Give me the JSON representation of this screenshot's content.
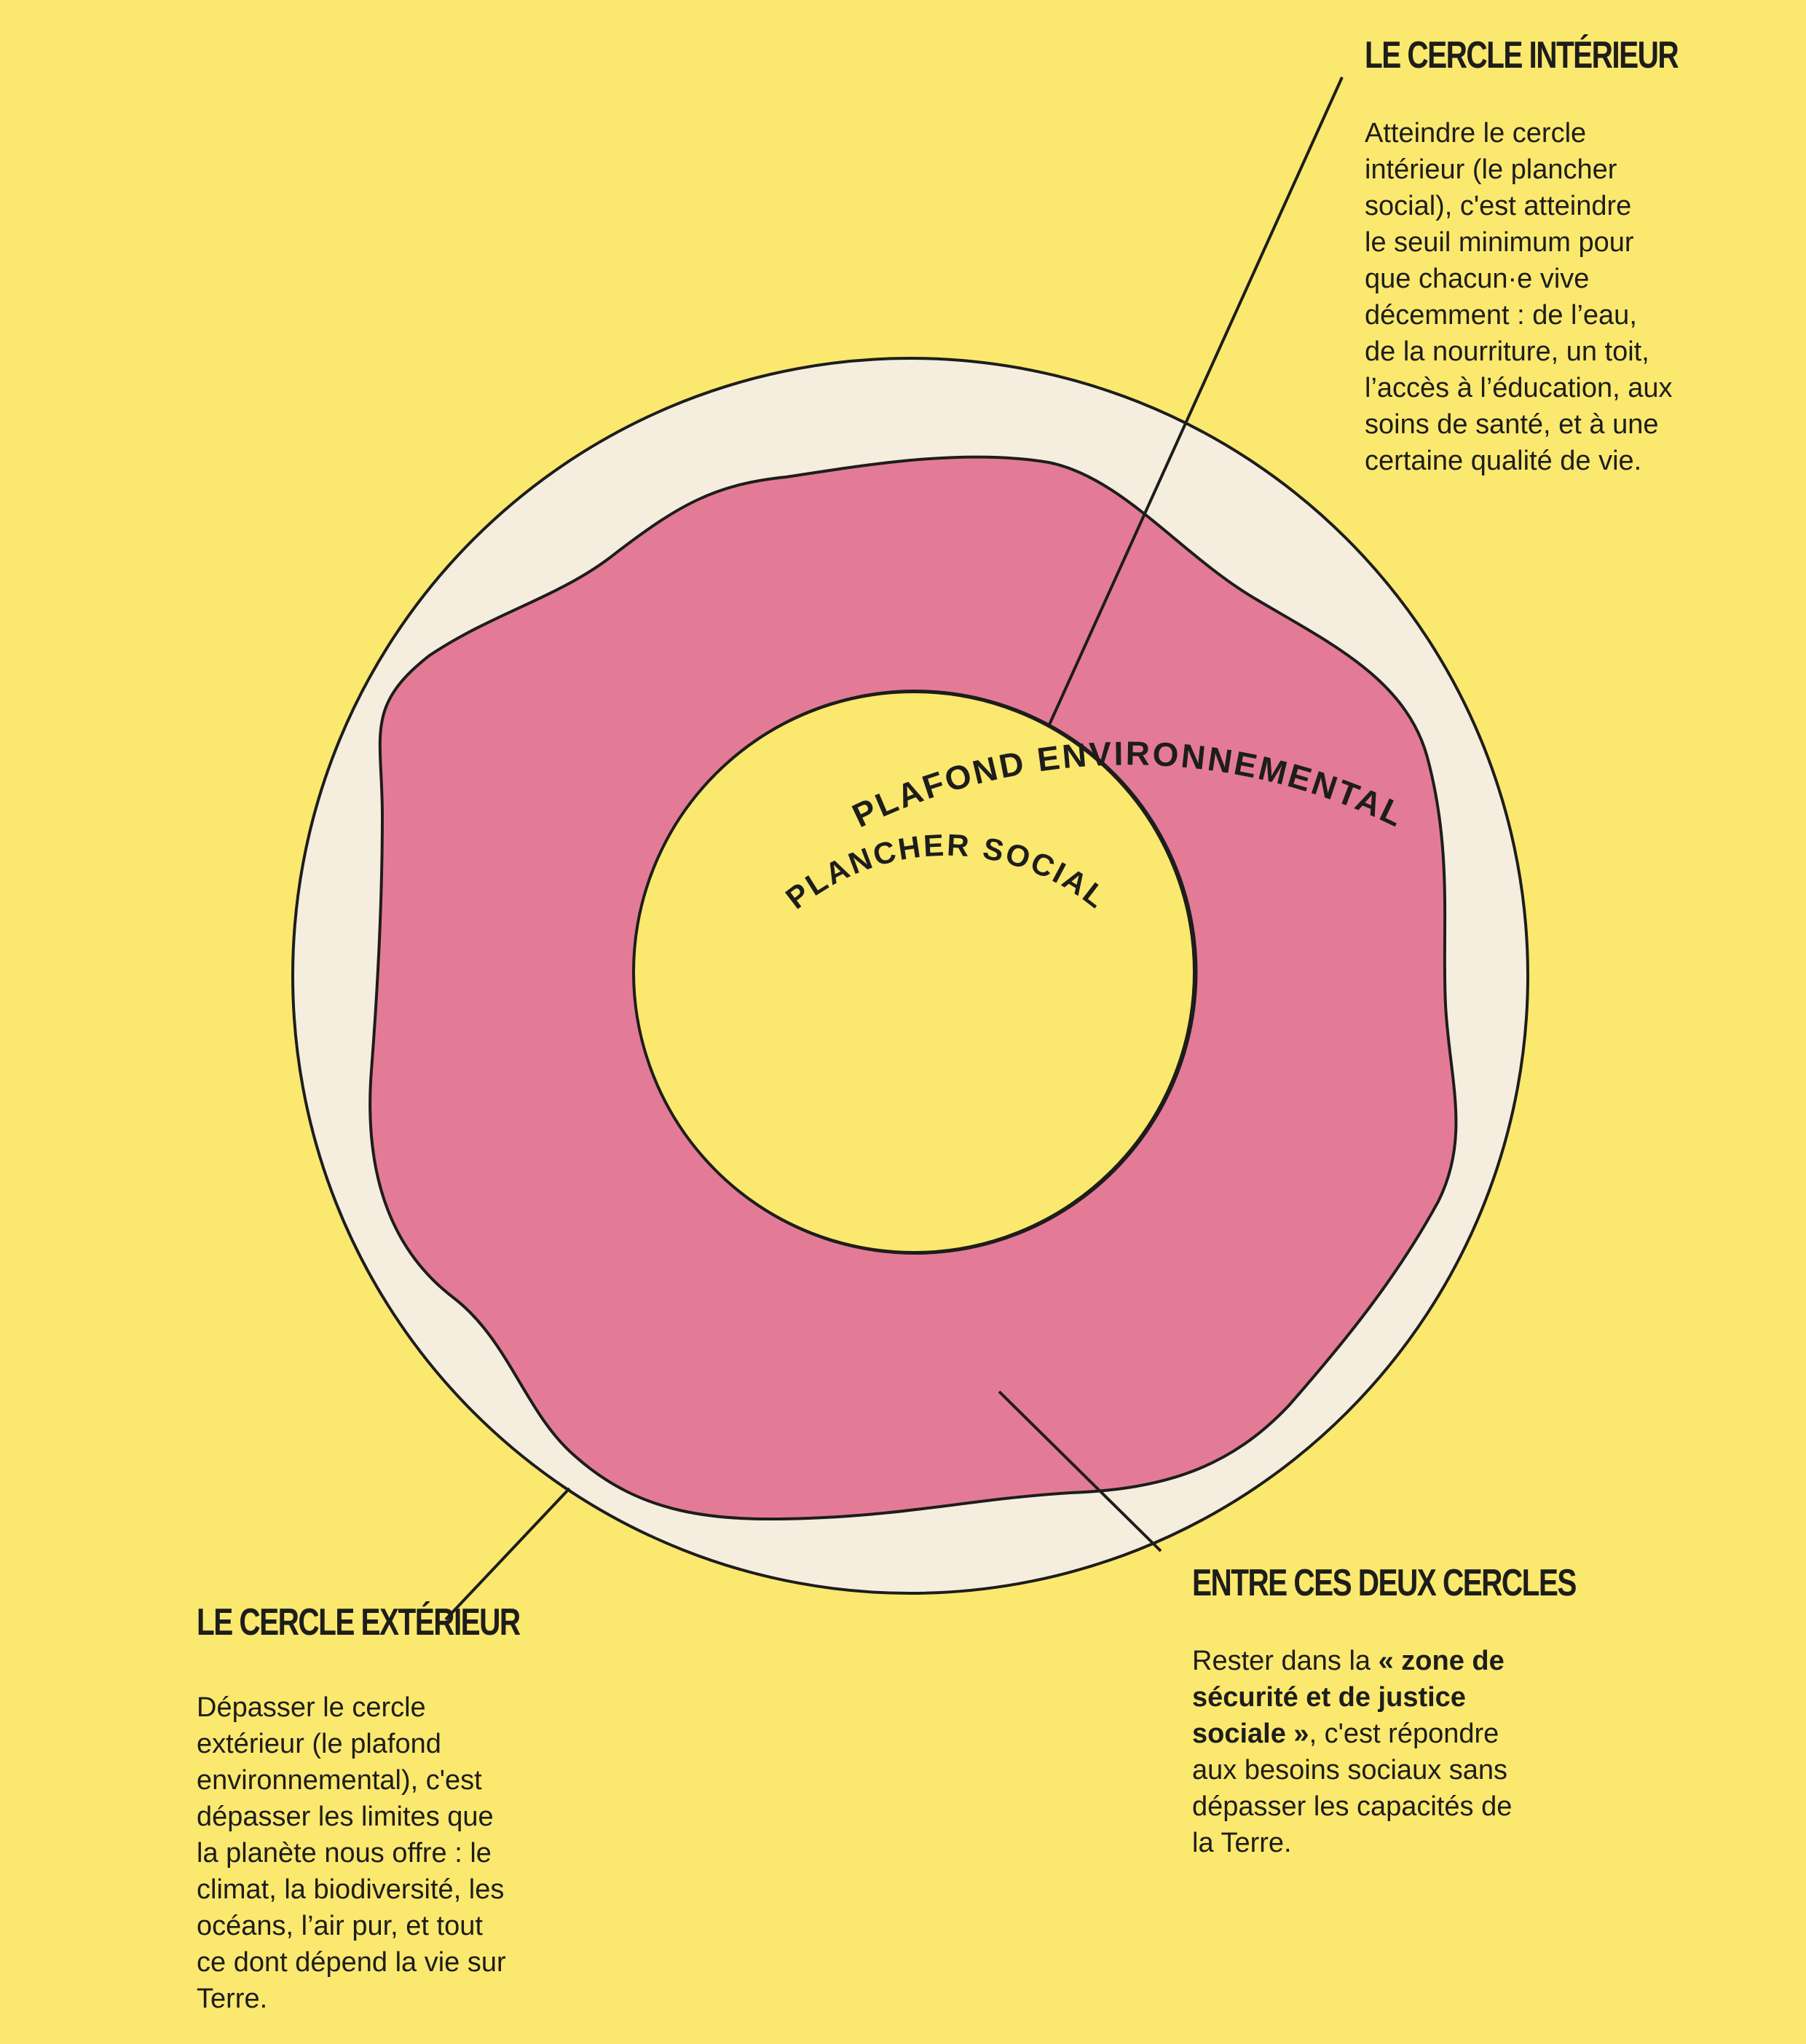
{
  "diagram": {
    "outer_ring_label": "PLAFOND ENVIRONNEMENTAL",
    "inner_ring_label": "PLANCHER SOCIAL"
  },
  "inner_circle": {
    "heading": "LE CERCLE INTÉRIEUR",
    "text": "Atteindre le cercle\nintérieur (le plancher\nsocial), c'est atteindre\nle seuil minimum pour\nque chacun·e vive\ndécemment : de l’eau,\nde la nourriture, un toit,\nl’accès à l’éducation, aux\nsoins de santé, et à une\ncertaine qualité de vie."
  },
  "outer_circle": {
    "heading": "LE CERCLE EXTÉRIEUR",
    "text": "Dépasser le cercle\nextérieur (le plafond\nenvironnemental), c'est\ndépasser les limites que\nla planète nous offre : le\nclimat, la biodiversité, les\nocéans, l’air pur, et tout\nce dont dépend la vie sur\nTerre."
  },
  "between_circles": {
    "heading": "ENTRE CES DEUX CERCLES",
    "text_before": "Rester dans la ",
    "text_bold": "« zone de\nsécurité et de justice\nsociale »",
    "text_after": ", c'est répondre\naux besoins sociaux sans\ndépasser les capacités de\nla Terre."
  },
  "colors": {
    "background": "#FBE86E",
    "outer_disc": "#F5EEDF",
    "donut": "#E37B97",
    "stroke": "#1D1D1B"
  }
}
